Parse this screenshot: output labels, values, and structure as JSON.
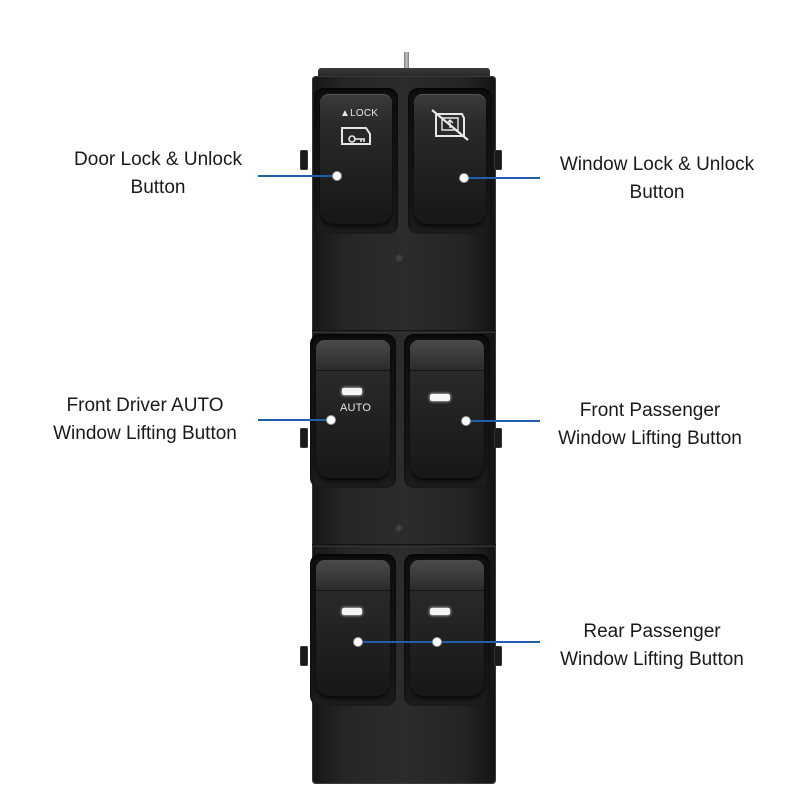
{
  "colors": {
    "callout_line": "#1f5fae",
    "panel_body": "#262626",
    "indicator_light": "#f4f4f4",
    "label_text": "#1a1a1a"
  },
  "switches": {
    "door_lock": {
      "cap_text": "▲LOCK",
      "icon": "door-key-icon"
    },
    "window_lock": {
      "icon": "window-lock-crossed-icon"
    },
    "front_driver": {
      "cap_text": "AUTO"
    }
  },
  "labels": {
    "door_lock": {
      "line1": "Door Lock & Unlock",
      "line2": "Button"
    },
    "window_lock": {
      "line1": "Window Lock & Unlock",
      "line2": "Button"
    },
    "front_driver": {
      "line1": "Front Driver AUTO",
      "line2": "Window Lifting Button"
    },
    "front_passenger": {
      "line1": "Front Passenger",
      "line2": "Window Lifting Button"
    },
    "rear_passenger": {
      "line1": "Rear Passenger",
      "line2": "Window Lifting Button"
    }
  }
}
